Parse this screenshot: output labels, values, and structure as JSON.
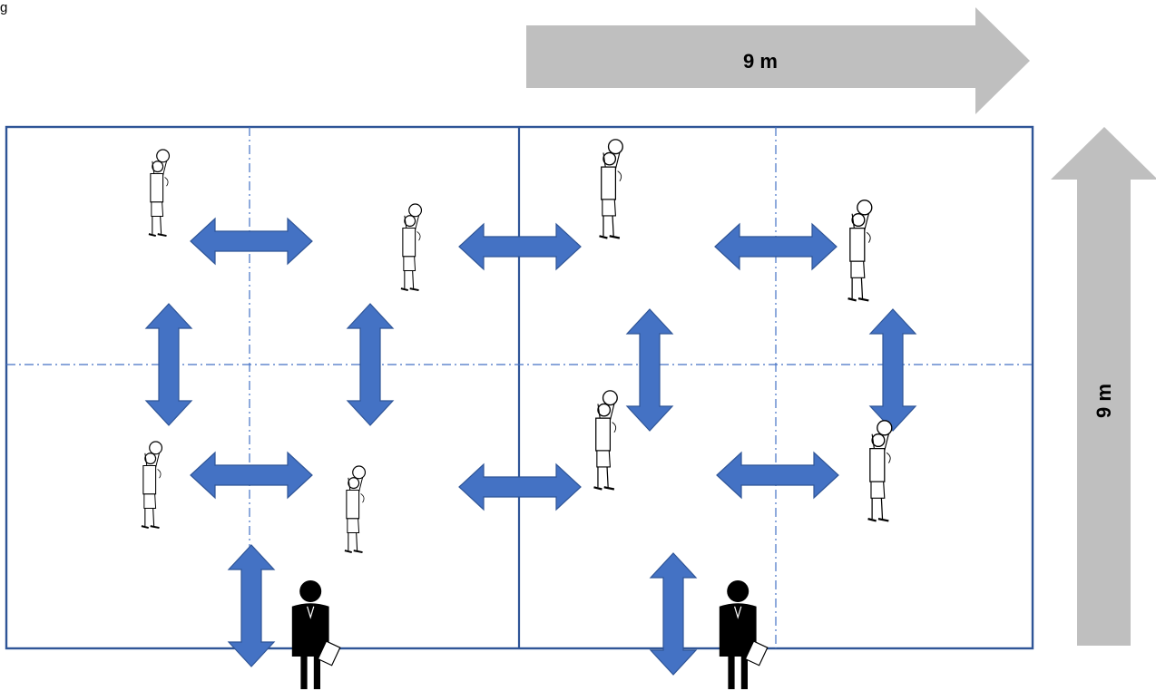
{
  "header_fragment": "g",
  "dimensions": {
    "width_label": "9 m",
    "height_label": "9 m"
  },
  "colors": {
    "court_line": "#2f5597",
    "arrow_fill": "#4472c4",
    "arrow_stroke": "#2f5597",
    "dimension_arrow": "#bfbfbf",
    "figure_ink": "#000000"
  },
  "icons": {
    "player": "ball-thrower-figure-icon",
    "coach": "coach-with-clipboard-icon",
    "pass": "double-headed-arrow-icon"
  },
  "counts": {
    "players": 8,
    "coaches": 2,
    "pass_arrows": 12
  }
}
